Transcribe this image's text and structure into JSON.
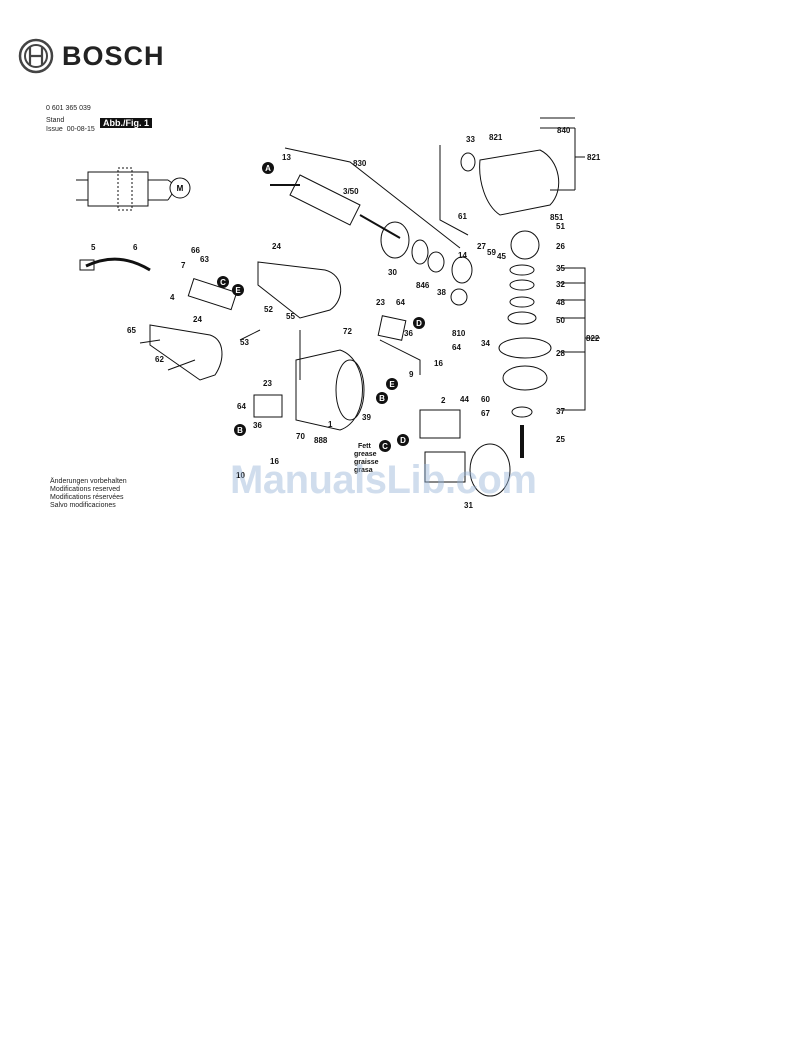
{
  "brand": {
    "name": "BOSCH",
    "logo_icon": "bosch-armature-logo-icon"
  },
  "doc": {
    "part_number": "0 601 365 039",
    "stand_label": "Stand",
    "issue_label": "Issue",
    "stand_value": "",
    "issue_value": "00-08-15",
    "figure_label": "Abb./Fig. 1"
  },
  "callouts": {
    "A": "A",
    "B": "B",
    "C": "C",
    "D": "D",
    "E": "E"
  },
  "parts": {
    "p5": "5",
    "p6": "6",
    "p66": "66",
    "p63": "63",
    "p7": "7",
    "p4": "4",
    "p24a": "24",
    "p52": "52",
    "p55": "55",
    "p53": "53",
    "p65": "65",
    "p62": "62",
    "p24b": "24",
    "p13": "13",
    "p830": "830",
    "p3_50": "3/50",
    "p30": "30",
    "p846": "846",
    "p14": "14",
    "p38": "38",
    "p33": "33",
    "p61": "61",
    "p821a": "821",
    "p840": "840",
    "p821b": "821",
    "p851": "851",
    "p51": "51",
    "p27": "27",
    "p59": "59",
    "p45": "45",
    "p26": "26",
    "p35": "35",
    "p32": "32",
    "p48": "48",
    "p50": "50",
    "p822": "822",
    "p34": "34",
    "p28": "28",
    "p60": "60",
    "p37": "37",
    "p25": "25",
    "p23a": "23",
    "p64a": "64",
    "p72": "72",
    "p36a": "36",
    "p810": "810",
    "p64b": "64",
    "p16a": "16",
    "p9": "9",
    "p23b": "23",
    "p64c": "64",
    "p70": "70",
    "p1": "1",
    "p888": "888",
    "p36b": "36",
    "p16b": "16",
    "p10": "10",
    "p39": "39",
    "p2": "2",
    "p44": "44",
    "p67": "67",
    "p31": "31"
  },
  "grease_note": [
    "Fett",
    "grease",
    "graisse",
    "grasa"
  ],
  "footer_notes": [
    "Änderungen vorbehalten",
    "Modifications reserved",
    "Modifications réservées",
    "Salvo modificaciones"
  ],
  "watermark": "ManualsLib.com",
  "motor_symbol": "M",
  "colors": {
    "ink": "#111111",
    "watermark": "#9fb9d8"
  }
}
